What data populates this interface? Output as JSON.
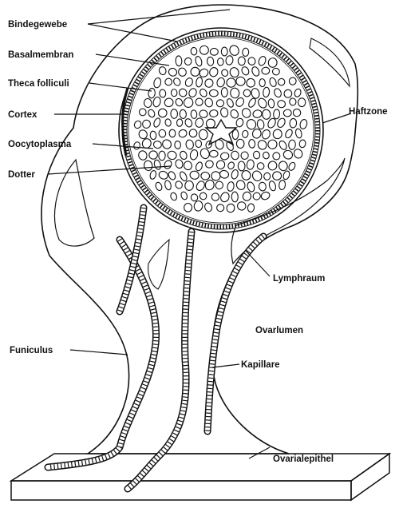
{
  "labels": {
    "bindegewebe": "Bindegewebe",
    "basalmembran": "Basalmembran",
    "theca": "Theca folliculi",
    "cortex": "Cortex",
    "oocytoplasma": "Oocytoplasma",
    "dotter": "Dotter",
    "haftzone": "Haftzone",
    "lymphraum": "Lymphraum",
    "ovarlumen": "Ovarlumen",
    "funiculus": "Funiculus",
    "kapillare": "Kapillare",
    "ovarialepithel": "Ovarialepithel"
  },
  "colors": {
    "ink": "#111111",
    "paper": "#ffffff"
  }
}
